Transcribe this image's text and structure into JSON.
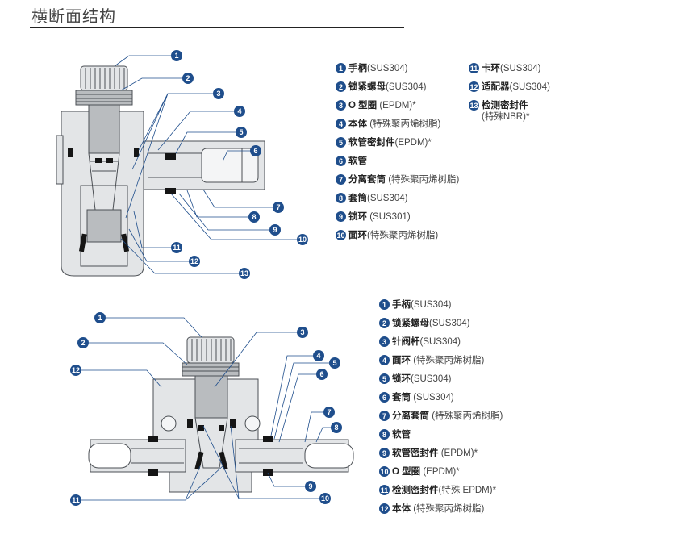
{
  "page": {
    "title": "横断面结构"
  },
  "diagram1": {
    "callouts": [
      "1",
      "2",
      "3",
      "4",
      "5",
      "6",
      "7",
      "8",
      "9",
      "10",
      "11",
      "12",
      "13"
    ],
    "legend": [
      {
        "num": "1",
        "name": "手柄",
        "mat": "(SUS304)"
      },
      {
        "num": "2",
        "name": "锁紧螺母",
        "mat": "(SUS304)"
      },
      {
        "num": "3",
        "name": "O 型圈",
        "mat": " (EPDM)*"
      },
      {
        "num": "4",
        "name": "本体",
        "mat": " (特殊聚丙烯树脂)"
      },
      {
        "num": "5",
        "name": "软管密封件",
        "mat": "(EPDM)*"
      },
      {
        "num": "6",
        "name": "软管",
        "mat": ""
      },
      {
        "num": "7",
        "name": "分离套筒",
        "mat": " (特殊聚丙烯树脂)"
      },
      {
        "num": "8",
        "name": "套筒",
        "mat": "(SUS304)"
      },
      {
        "num": "9",
        "name": "锁环",
        "mat": " (SUS301)"
      },
      {
        "num": "10",
        "name": "面环",
        "mat": "(特殊聚丙烯树脂)"
      },
      {
        "num": "11",
        "name": "卡环",
        "mat": "(SUS304)"
      },
      {
        "num": "12",
        "name": "适配器",
        "mat": "(SUS304)"
      },
      {
        "num": "13",
        "name": "检测密封件",
        "mat": "",
        "sub": "(特殊NBR)*"
      }
    ]
  },
  "diagram2": {
    "callouts": [
      "1",
      "2",
      "3",
      "4",
      "5",
      "6",
      "7",
      "8",
      "9",
      "10",
      "11",
      "12"
    ],
    "legend": [
      {
        "num": "1",
        "name": "手柄",
        "mat": "(SUS304)"
      },
      {
        "num": "2",
        "name": "锁紧螺母",
        "mat": "(SUS304)"
      },
      {
        "num": "3",
        "name": "针阀杆",
        "mat": "(SUS304)"
      },
      {
        "num": "4",
        "name": "面环",
        "mat": " (特殊聚丙烯树脂)"
      },
      {
        "num": "5",
        "name": "锁环",
        "mat": "(SUS304)"
      },
      {
        "num": "6",
        "name": "套筒",
        "mat": " (SUS304)"
      },
      {
        "num": "7",
        "name": "分离套筒",
        "mat": " (特殊聚丙烯树脂)"
      },
      {
        "num": "8",
        "name": "软管",
        "mat": ""
      },
      {
        "num": "9",
        "name": "软管密封件",
        "mat": " (EPDM)*"
      },
      {
        "num": "10",
        "name": "O 型圈",
        "mat": " (EPDM)*"
      },
      {
        "num": "11",
        "name": "检测密封件",
        "mat": "(特殊 EPDM)*"
      },
      {
        "num": "12",
        "name": "本体",
        "mat": " (特殊聚丙烯树脂)"
      }
    ]
  },
  "colors": {
    "accent": "#1f4e8c",
    "line": "#4b4f54",
    "seal": "#151515"
  }
}
